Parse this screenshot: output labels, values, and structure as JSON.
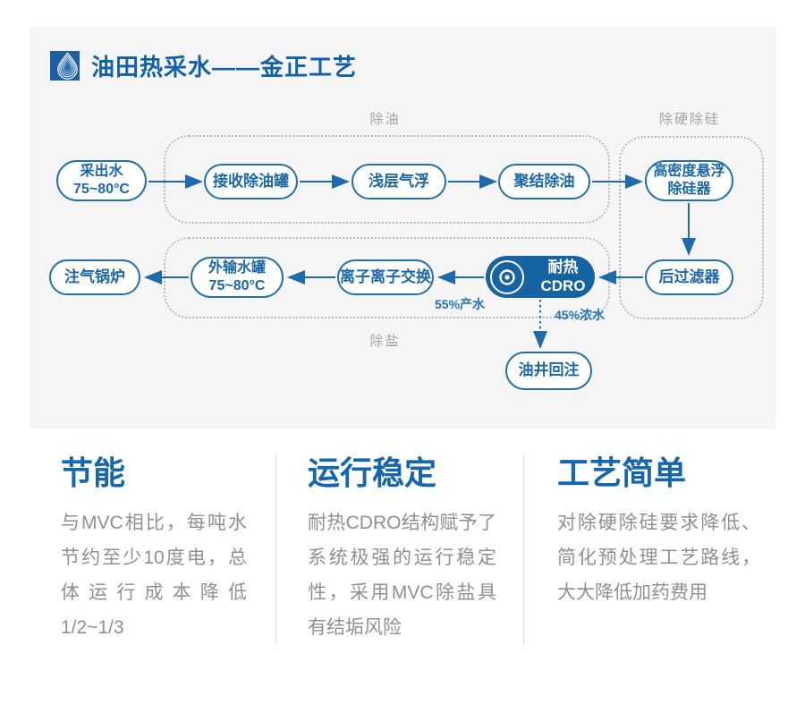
{
  "header": {
    "title": "油田热采水——金正工艺",
    "logo_icon": "water-drop-logo"
  },
  "flow": {
    "group_labels": {
      "oil_removal": "除油",
      "hardness_silica_removal": "除硬除硅",
      "desalination": "除盐"
    },
    "nodes": {
      "produced_water": {
        "line1": "采出水",
        "line2": "75~80°C"
      },
      "receiving_tank": {
        "line1": "接收除油罐"
      },
      "daf": {
        "line1": "浅层气浮"
      },
      "coalescer": {
        "line1": "聚结除油"
      },
      "densadeg": {
        "line1": "高密度悬浮",
        "line2": "除硅器"
      },
      "boiler": {
        "line1": "注气锅炉"
      },
      "export_tank": {
        "line1": "外输水罐",
        "line2": "75~80°C"
      },
      "ion_exchange": {
        "line1": "离子离子交换"
      },
      "cdro": {
        "line1": "耐热CDRO"
      },
      "post_filter": {
        "line1": "后过滤器"
      },
      "well_reinjection": {
        "line1": "油井回注"
      }
    },
    "edge_labels": {
      "product_water": "55%产水",
      "concentrate": "45%浓水"
    }
  },
  "features": [
    {
      "title": "节能",
      "body": "与MVC相比，每吨水节约至少10度电，总体运行成本降低1/2~1/3"
    },
    {
      "title": "运行稳定",
      "body": "耐热CDRO结构赋予了系统极强的运行稳定性，采用MVC除盐具有结垢风险"
    },
    {
      "title": "工艺简单",
      "body": "对除硬除硅要求降低、简化预处理工艺路线，大大降低加药费用"
    }
  ],
  "colors": {
    "primary_blue": "#1b67a8",
    "deep_blue": "#1663a3",
    "title_blue": "#1060ac",
    "heading_blue": "#1566ad",
    "gray_label": "#a3a3a3",
    "body_gray": "#909090",
    "panel_bg": "#f5f5f6",
    "dash_gray": "#b9b9b9"
  }
}
